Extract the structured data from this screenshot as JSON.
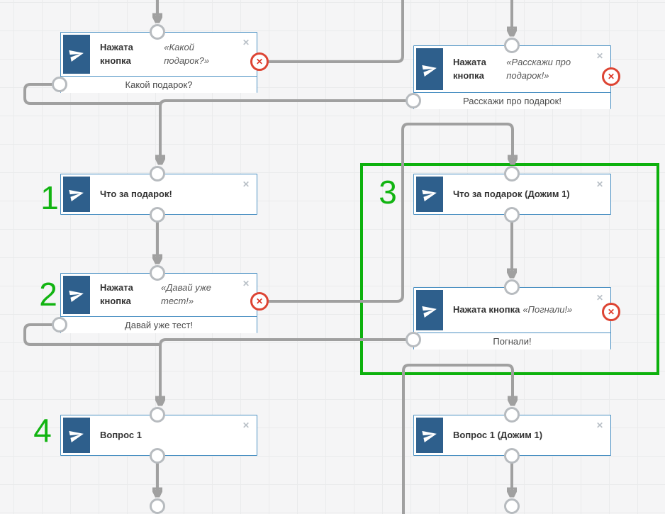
{
  "app": {
    "view": "chatbot-flow-editor-canvas"
  },
  "colors": {
    "node_border": "#4a90c2",
    "node_icon_bg": "#2e5f8c",
    "connector": "#a0a0a0",
    "selection_green": "#0db10d",
    "annotation_green": "#12b412",
    "delete_red": "#dd4433",
    "close_gray": "#b9c0c7",
    "canvas_bg": "#f5f5f6"
  },
  "icons": {
    "node_type": "telegram-plane",
    "close_x": "✕",
    "remove_x": "✕"
  },
  "annotations": [
    "1",
    "2",
    "3",
    "4"
  ],
  "nodes": [
    {
      "type": "button_pressed",
      "title_bold": "Нажата кнопка",
      "title_italic": "«Какой подарок?»",
      "button_label": "Какой подарок?"
    },
    {
      "type": "button_pressed",
      "title_bold": "Нажата кнопка",
      "title_italic": "«Расскажи про подарок!»",
      "button_label": "Расскажи про подарок!"
    },
    {
      "type": "message",
      "title": "Что за подарок!"
    },
    {
      "type": "message",
      "title": "Что за подарок (Дожим 1)"
    },
    {
      "type": "button_pressed",
      "title_bold": "Нажата кнопка",
      "title_italic": "«Давай уже тест!»",
      "button_label": "Давай уже тест!"
    },
    {
      "type": "button_pressed",
      "title_bold": "Нажата кнопка",
      "title_italic": "«Погнали!»",
      "button_label": "Погнали!"
    },
    {
      "type": "message",
      "title": "Вопрос 1"
    },
    {
      "type": "message",
      "title": "Вопрос 1 (Дожим 1)"
    }
  ]
}
